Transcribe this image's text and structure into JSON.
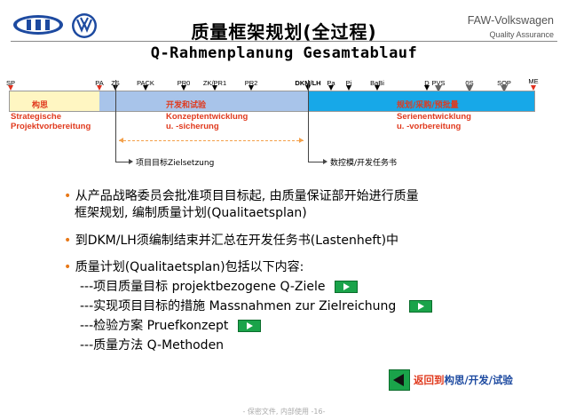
{
  "header": {
    "title_cn": "质量框架规划(全过程)",
    "title_de": "Q-Rahmenplanung Gesamtablauf",
    "brand": "FAW-Volkswagen",
    "brand_sub": "Quality Assurance"
  },
  "timeline": {
    "milestones": [
      {
        "label": "SP",
        "marker": "red"
      },
      {
        "label": "PA",
        "marker": "red"
      },
      {
        "label": "ZS",
        "marker": "black"
      },
      {
        "label": "PACK",
        "marker": "black"
      },
      {
        "label": "PR0",
        "marker": "black"
      },
      {
        "label": "ZK/PR1",
        "marker": "black"
      },
      {
        "label": "PR2",
        "marker": "black"
      },
      {
        "label": "DKM/LH",
        "marker": "black"
      },
      {
        "label": "Pa",
        "marker": "black"
      },
      {
        "label": "Pi",
        "marker": "black"
      },
      {
        "label": "BaBi",
        "marker": "black"
      },
      {
        "label": "D",
        "marker": "black"
      },
      {
        "label": "PVS",
        "marker": "hollow"
      },
      {
        "label": "0S",
        "marker": "hollow"
      },
      {
        "label": "SOP",
        "marker": "hollow"
      },
      {
        "label": "ME",
        "marker": "red"
      }
    ],
    "phases": [
      {
        "cn": "构思",
        "de1": "Strategische",
        "de2": "Projektvorbereitung"
      },
      {
        "cn": "开发和试验",
        "de1": "Konzeptentwicklung",
        "de2": "u. -sicherung"
      },
      {
        "cn": "规划/采购/预批量",
        "de1": "Serienentwicklung",
        "de2": "u. -vorbereitung"
      }
    ],
    "label_zs": "项目目标Zielsetzung",
    "label_dkm": "数控模/开发任务书",
    "colors": {
      "yellow": "#fff6c2",
      "light_blue": "#a8c4ea",
      "blue": "#17a8e8",
      "red_text": "#e03a1e"
    }
  },
  "bullets": {
    "b1_line1": "从产品战略委员会批准项目目标起, 由质量保证部开始进行质量",
    "b1_line2": "框架规划, 编制质量计划(Qualitaetsplan)",
    "b2": "到DKM/LH须编制结束并汇总在开发任务书(Lastenheft)中",
    "b3": "质量计划(Qualitaetsplan)包括以下内容:",
    "sub1": "---项目质量目标 projektbezogene Q-Ziele",
    "sub2": "---实现项目目标的措施 Massnahmen zur Zielreichung",
    "sub3": "---检验方案 Pruefkonzept",
    "sub4": "---质量方法 Q-Methoden"
  },
  "nav": {
    "back_prefix": "返回到",
    "back_suffix": "构思/开发/试验"
  },
  "footer": "- 保密文件, 内部使用 -16-"
}
